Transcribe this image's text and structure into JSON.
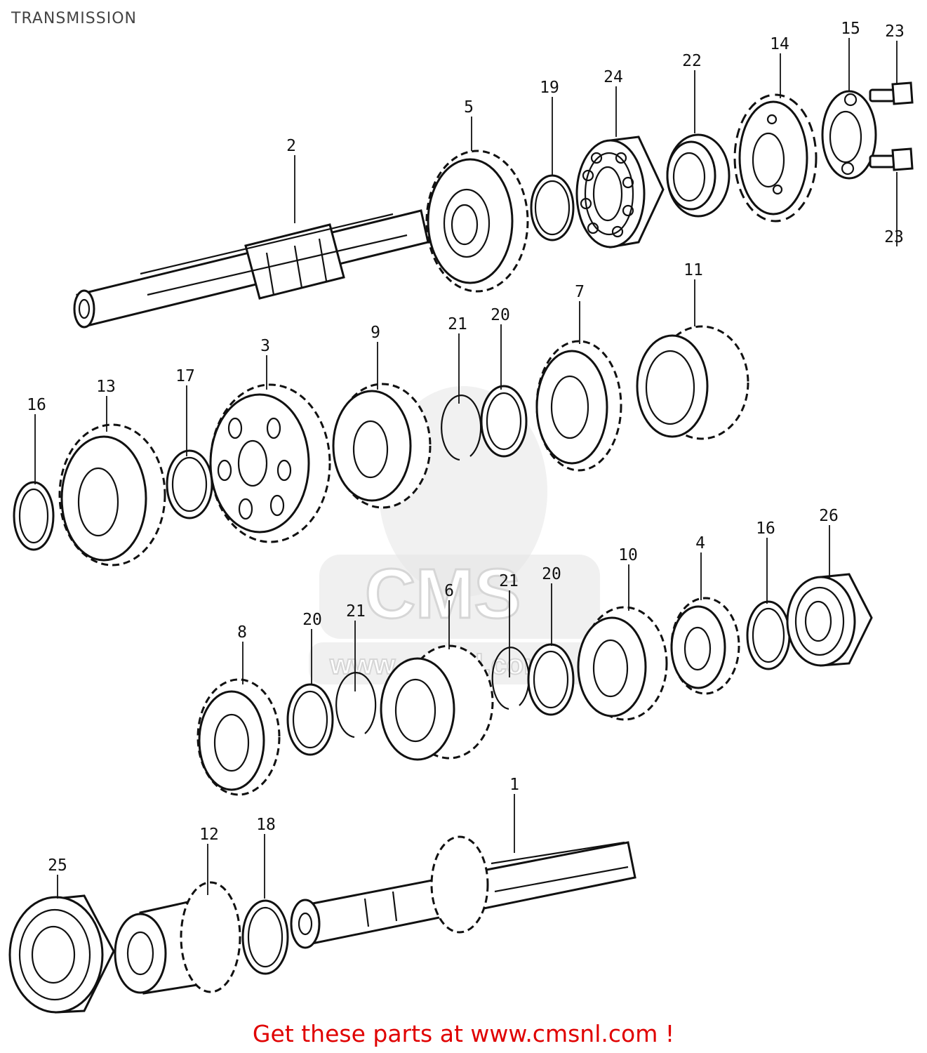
{
  "page": {
    "title": "TRANSMISSION",
    "footer": "Get these parts at www.cmsnl.com !",
    "watermark": "CMS",
    "watermark_url": "www.cmsnl.com"
  },
  "parts": [
    {
      "key": "p2",
      "label": "2",
      "kind": "shaft"
    },
    {
      "key": "p5",
      "label": "5",
      "kind": "gear"
    },
    {
      "key": "p19",
      "label": "19",
      "kind": "washer"
    },
    {
      "key": "p24",
      "label": "24",
      "kind": "bearing"
    },
    {
      "key": "p22",
      "label": "22",
      "kind": "seal"
    },
    {
      "key": "p14",
      "label": "14",
      "kind": "sprocket"
    },
    {
      "key": "p15",
      "label": "15",
      "kind": "plate"
    },
    {
      "key": "p23a",
      "label": "23",
      "kind": "bolt"
    },
    {
      "key": "p23b",
      "label": "23",
      "kind": "bolt"
    },
    {
      "key": "p16a",
      "label": "16",
      "kind": "washer"
    },
    {
      "key": "p13",
      "label": "13",
      "kind": "gear"
    },
    {
      "key": "p17",
      "label": "17",
      "kind": "washer"
    },
    {
      "key": "p3",
      "label": "3",
      "kind": "gear"
    },
    {
      "key": "p9",
      "label": "9",
      "kind": "gear"
    },
    {
      "key": "p21a",
      "label": "21",
      "kind": "circlip"
    },
    {
      "key": "p20a",
      "label": "20",
      "kind": "washer"
    },
    {
      "key": "p7",
      "label": "7",
      "kind": "gear"
    },
    {
      "key": "p11",
      "label": "11",
      "kind": "gear"
    },
    {
      "key": "p8",
      "label": "8",
      "kind": "gear"
    },
    {
      "key": "p20b",
      "label": "20",
      "kind": "washer"
    },
    {
      "key": "p21b",
      "label": "21",
      "kind": "circlip"
    },
    {
      "key": "p6",
      "label": "6",
      "kind": "gear"
    },
    {
      "key": "p21c",
      "label": "21",
      "kind": "circlip"
    },
    {
      "key": "p20c",
      "label": "20",
      "kind": "washer"
    },
    {
      "key": "p10",
      "label": "10",
      "kind": "gear"
    },
    {
      "key": "p4",
      "label": "4",
      "kind": "gear"
    },
    {
      "key": "p16b",
      "label": "16",
      "kind": "washer"
    },
    {
      "key": "p26",
      "label": "26",
      "kind": "bearing"
    },
    {
      "key": "p1",
      "label": "1",
      "kind": "shaft"
    },
    {
      "key": "p12",
      "label": "12",
      "kind": "gear"
    },
    {
      "key": "p18",
      "label": "18",
      "kind": "washer"
    },
    {
      "key": "p25",
      "label": "25",
      "kind": "bearing"
    }
  ]
}
